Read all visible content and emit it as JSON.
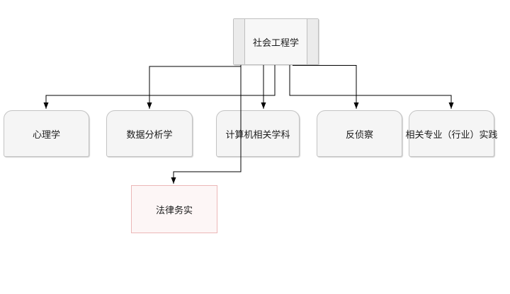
{
  "diagram": {
    "root": {
      "label": "社会工程学"
    },
    "children": [
      {
        "label": "心理学"
      },
      {
        "label": "数据分析学"
      },
      {
        "label": "计算机相关学科"
      },
      {
        "label": "反侦察"
      },
      {
        "label": "相关专业（行业）实践"
      }
    ],
    "sub": {
      "label": "法律务实"
    },
    "edges": [
      {
        "from": "社会工程学",
        "to": "心理学"
      },
      {
        "from": "社会工程学",
        "to": "数据分析学"
      },
      {
        "from": "社会工程学",
        "to": "计算机相关学科"
      },
      {
        "from": "社会工程学",
        "to": "反侦察"
      },
      {
        "from": "社会工程学",
        "to": "相关专业（行业）实践"
      },
      {
        "from": "社会工程学",
        "to": "法律务实"
      }
    ],
    "colors": {
      "canvas_bg": "#ffffff",
      "node_fill": "#f5f5f5",
      "node_border": "#c3c3c3",
      "root_fill": "#f7f7f7",
      "root_strip": "#ebebeb",
      "root_border": "#bfbfbf",
      "sub_fill": "#fdf6f6",
      "sub_border": "#ecb7b7",
      "connector": "#000000",
      "label": "#1a1a1a"
    }
  }
}
